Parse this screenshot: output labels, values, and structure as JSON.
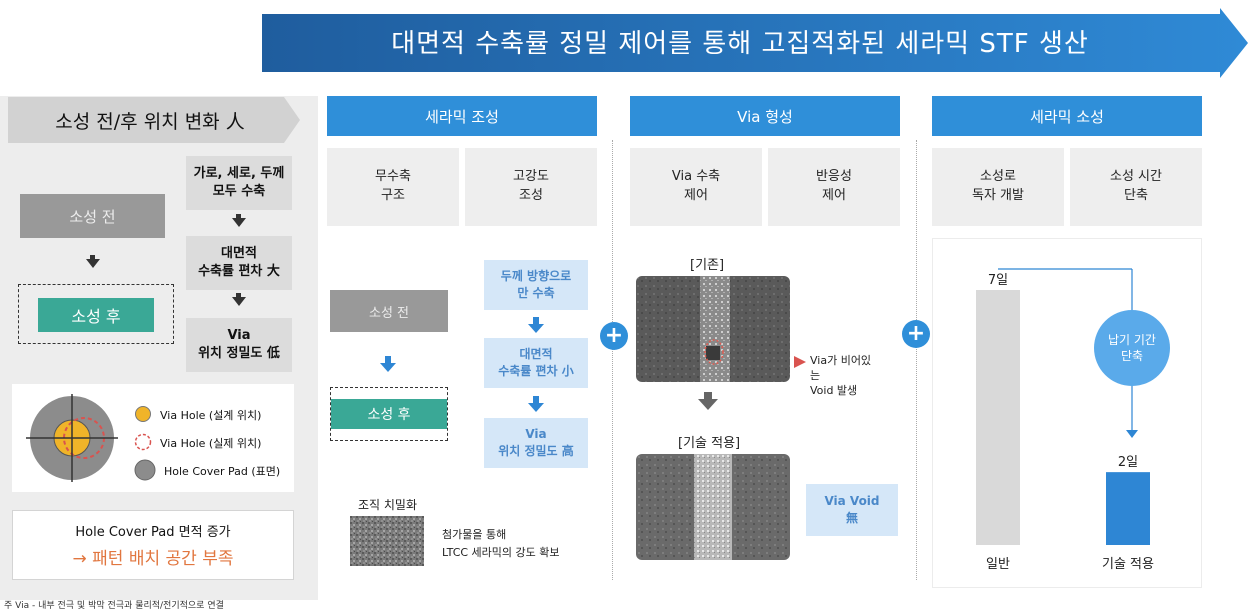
{
  "banner": {
    "title": "대면적 수축률 정밀 제어를 통해 고집적화된 세라믹 STF 생산"
  },
  "left": {
    "title": "소성 전/후 위치 변화 人",
    "before_label": "소성 전",
    "after_label": "소성 후",
    "steps": [
      "가로, 세로, 두께\n모두 수축",
      "대면적\n수축률 편차 大",
      "Via\n위치 정밀도 低"
    ],
    "legend": [
      "Via Hole (설계 위치)",
      "Via Hole (실제 위치)",
      "Hole Cover Pad (표면)"
    ],
    "note_line1": "Hole Cover Pad 면적 증가",
    "note_line2": "→ 패턴 배치 공간 부족",
    "footnote": "주 Via - 내부 전극 및 박막 전극과 물리적/전기적으로 연결"
  },
  "section1": {
    "header": "세라믹 조성",
    "sub1": "무수축\n구조",
    "sub2": "고강도\n조성",
    "before_label": "소성 전",
    "after_label": "소성 후",
    "steps": [
      "두께 방향으로\n만 수축",
      "대면적\n수축률 편차 小",
      "Via\n위치 정밀도 高"
    ],
    "densify_label": "조직 치밀화",
    "densify_desc": "첨가물을 통해\nLTCC 세라믹의 강도 확보"
  },
  "section2": {
    "header": "Via 형성",
    "sub1": "Via 수축\n제어",
    "sub2": "반응성\n제어",
    "existing_label": "[기존]",
    "applied_label": "[기술 적용]",
    "void_note": "Via가 비어있\n는\nVoid 발생",
    "void_result": "Via Void\n無"
  },
  "section3": {
    "header": "세라믹 소성",
    "sub1": "소성로\n독자 개발",
    "sub2": "소성 시간\n단축",
    "bubble": "납기 기간\n단축"
  },
  "colors": {
    "banner": "#2a6fb5",
    "accent": "#2f8fd9",
    "green": "#3aa896",
    "orange": "#e1763f"
  },
  "chart_data": {
    "type": "bar",
    "categories": [
      "일반",
      "기술 적용"
    ],
    "values": [
      7,
      2
    ],
    "value_labels": [
      "7일",
      "2일"
    ],
    "colors": [
      "#d9d9d9",
      "#2e86d4"
    ],
    "ylim": [
      0,
      7
    ]
  }
}
